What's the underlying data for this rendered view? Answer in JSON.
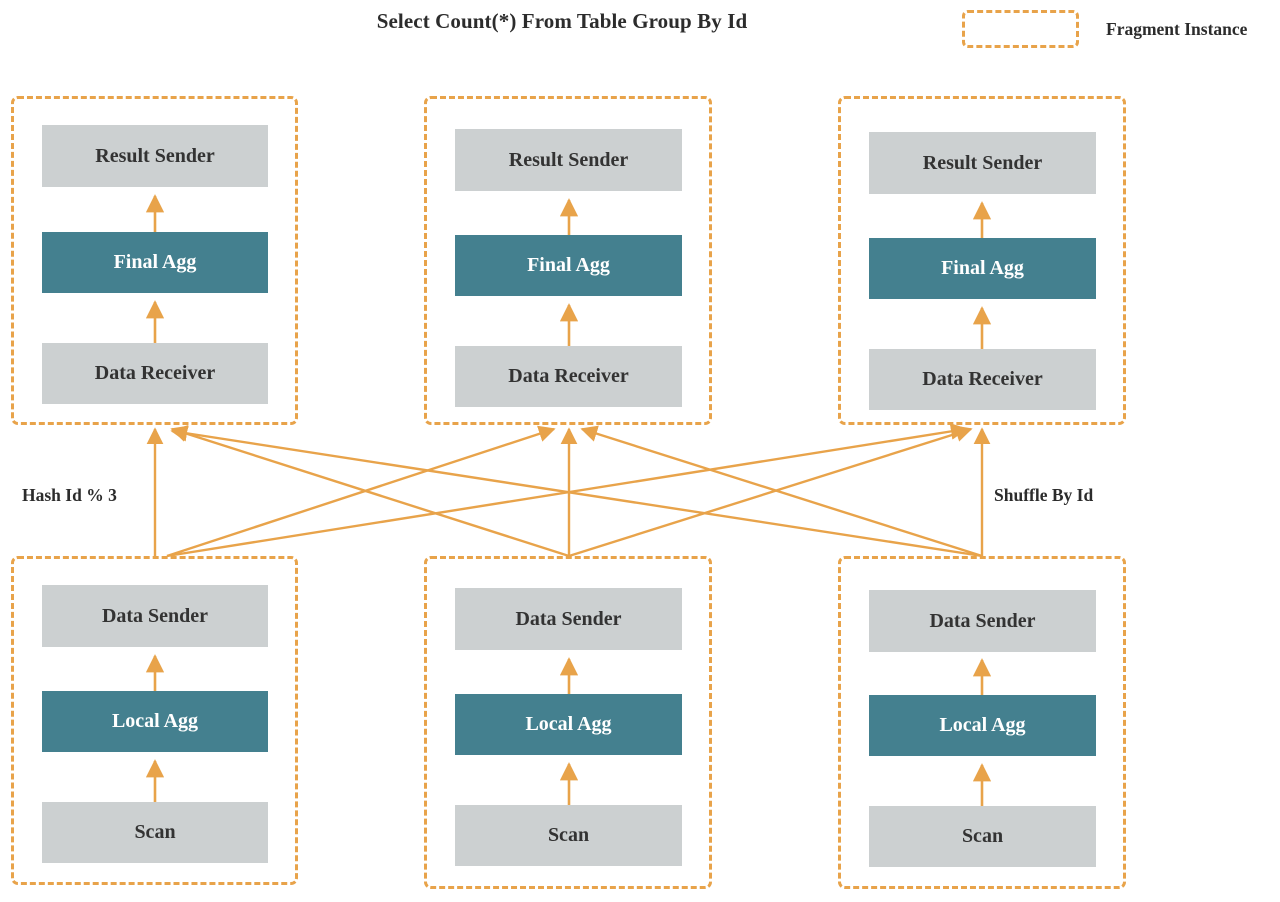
{
  "title": "Select Count(*) From Table Group By Id",
  "legend": {
    "label": "Fragment Instance",
    "box_style": "dashed-orange-rounded-rect"
  },
  "colors": {
    "accent_orange": "#e8a34a",
    "node_gray": "#ccd0d1",
    "node_teal": "#44808f",
    "text_dark": "#2c2c2c",
    "background": "#ffffff"
  },
  "labels": {
    "left": "Hash Id % 3",
    "right": "Shuffle By Id"
  },
  "fragments": {
    "top": [
      {
        "id": "top-1",
        "nodes": [
          {
            "label": "Result Sender",
            "kind": "gray"
          },
          {
            "label": "Final Agg",
            "kind": "teal"
          },
          {
            "label": "Data Receiver",
            "kind": "gray"
          }
        ]
      },
      {
        "id": "top-2",
        "nodes": [
          {
            "label": "Result Sender",
            "kind": "gray"
          },
          {
            "label": "Final Agg",
            "kind": "teal"
          },
          {
            "label": "Data Receiver",
            "kind": "gray"
          }
        ]
      },
      {
        "id": "top-3",
        "nodes": [
          {
            "label": "Result Sender",
            "kind": "gray"
          },
          {
            "label": "Final Agg",
            "kind": "teal"
          },
          {
            "label": "Data Receiver",
            "kind": "gray"
          }
        ]
      }
    ],
    "bottom": [
      {
        "id": "bottom-1",
        "nodes": [
          {
            "label": "Data Sender",
            "kind": "gray"
          },
          {
            "label": "Local Agg",
            "kind": "teal"
          },
          {
            "label": "Scan",
            "kind": "gray"
          }
        ]
      },
      {
        "id": "bottom-2",
        "nodes": [
          {
            "label": "Data Sender",
            "kind": "gray"
          },
          {
            "label": "Local Agg",
            "kind": "teal"
          },
          {
            "label": "Scan",
            "kind": "gray"
          }
        ]
      },
      {
        "id": "bottom-3",
        "nodes": [
          {
            "label": "Data Sender",
            "kind": "gray"
          },
          {
            "label": "Local Agg",
            "kind": "teal"
          },
          {
            "label": "Scan",
            "kind": "gray"
          }
        ]
      }
    ]
  }
}
